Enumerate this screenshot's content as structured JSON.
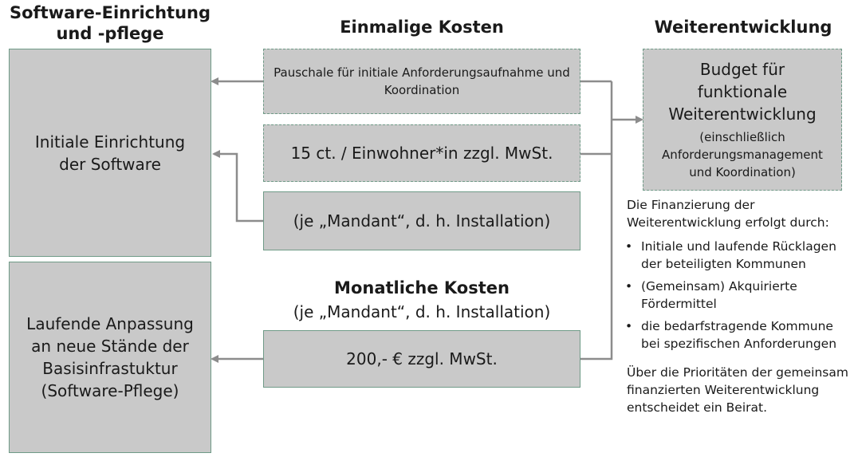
{
  "headers": {
    "left": "Software-Einrichtung und -pflege",
    "onetime": "Einmalige Kosten",
    "further": "Weiterentwicklung",
    "monthly": "Monatliche Kosten",
    "monthly_sub": "(je „Mandant“, d. h. Installation)"
  },
  "left_boxes": {
    "setup": "Initiale Einrichtung der Software",
    "maintenance": "Laufende Anpassung an neue Stände der Basisinfrastuktur (Software-Pflege)"
  },
  "cost_boxes": {
    "flat_fee": "Pauschale für initiale Anforderungsaufnahme und Koordination",
    "per_resident": "15 ct. / Einwohner*in zzgl. MwSt.",
    "per_client": "(je „Mandant“, d. h. Installation)",
    "monthly_fee": "200,- € zzgl. MwSt."
  },
  "budget_box": {
    "title": "Budget für funktionale Weiterentwicklung",
    "subtitle": "(einschließlich Anforderungsmanagement und Koordination)"
  },
  "financing": {
    "intro": "Die Finanzierung der Weiterentwicklung erfolgt durch:",
    "bullets": [
      "Initiale und laufende Rücklagen der beteiligten Kommunen",
      "(Gemeinsam) Akquirierte Fördermittel",
      "die bedarfstragende Kommune bei spezifischen Anforderungen"
    ],
    "bullet_symbol": "•",
    "outro": "Über die Prioritäten der gemeinsam finanzierten Weiterentwicklung entscheidet ein Beirat."
  },
  "colors": {
    "box_fill": "#c9c9c9",
    "box_border": "#6f9a87",
    "connector": "#8c8c8c"
  }
}
